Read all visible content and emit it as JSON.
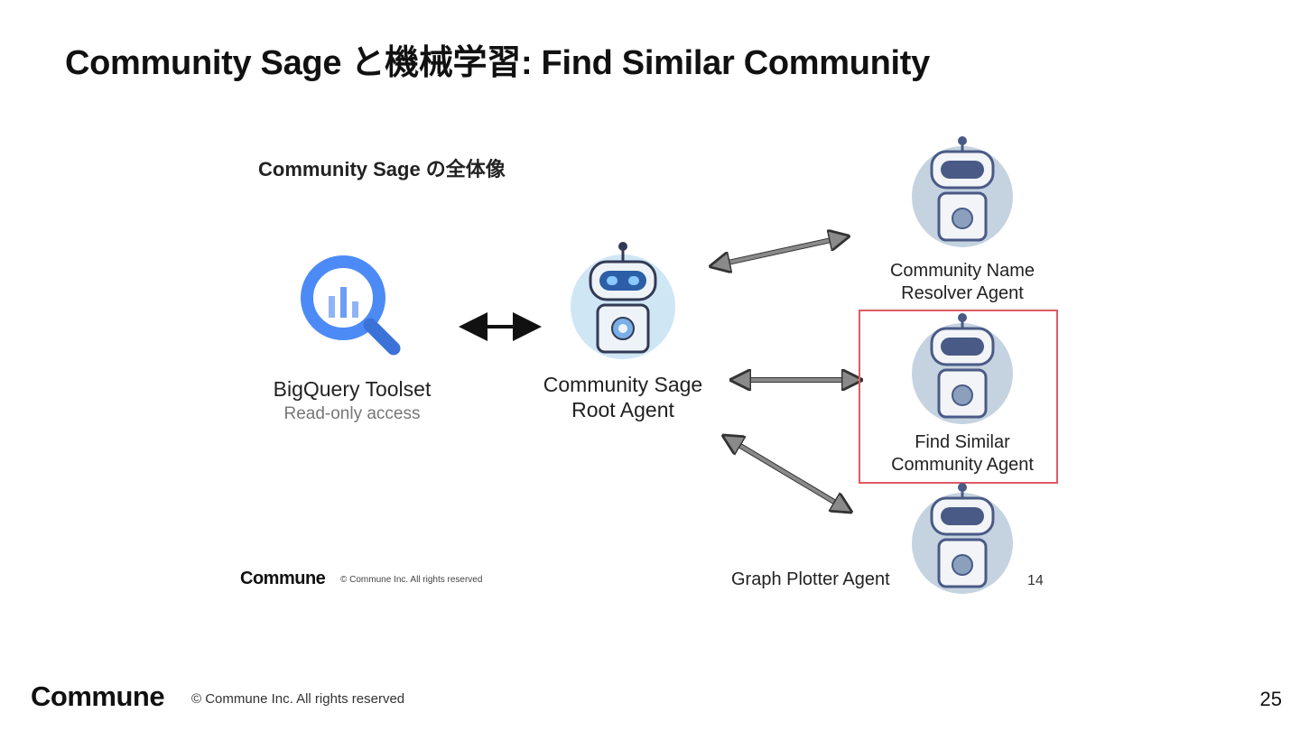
{
  "slide": {
    "title": "Community Sage と機械学習: Find Similar Community",
    "page_number": "25"
  },
  "inner_slide": {
    "title": "Community Sage の全体像",
    "logo": "Commune",
    "copyright": "© Commune Inc. All rights reserved",
    "page_number": "14",
    "nodes": {
      "bigquery": {
        "label": "BigQuery Toolset",
        "sublabel": "Read-only access",
        "icon": "bigquery-magnifier-icon"
      },
      "root": {
        "label_line1": "Community Sage",
        "label_line2": "Root Agent",
        "icon": "robot-icon"
      },
      "resolver": {
        "label_line1": "Community Name",
        "label_line2": "Resolver Agent",
        "icon": "robot-icon"
      },
      "similar": {
        "label_line1": "Find Similar",
        "label_line2": "Community Agent",
        "icon": "robot-icon",
        "highlighted": true
      },
      "plotter": {
        "label": "Graph Plotter Agent",
        "icon": "robot-icon"
      }
    },
    "colors": {
      "highlight": "#e05a63",
      "bigquery_blue": "#4c8bf5",
      "robot_navy": "#4a5a86"
    }
  },
  "footer": {
    "logo": "Commune",
    "copyright": "© Commune Inc. All rights reserved"
  }
}
